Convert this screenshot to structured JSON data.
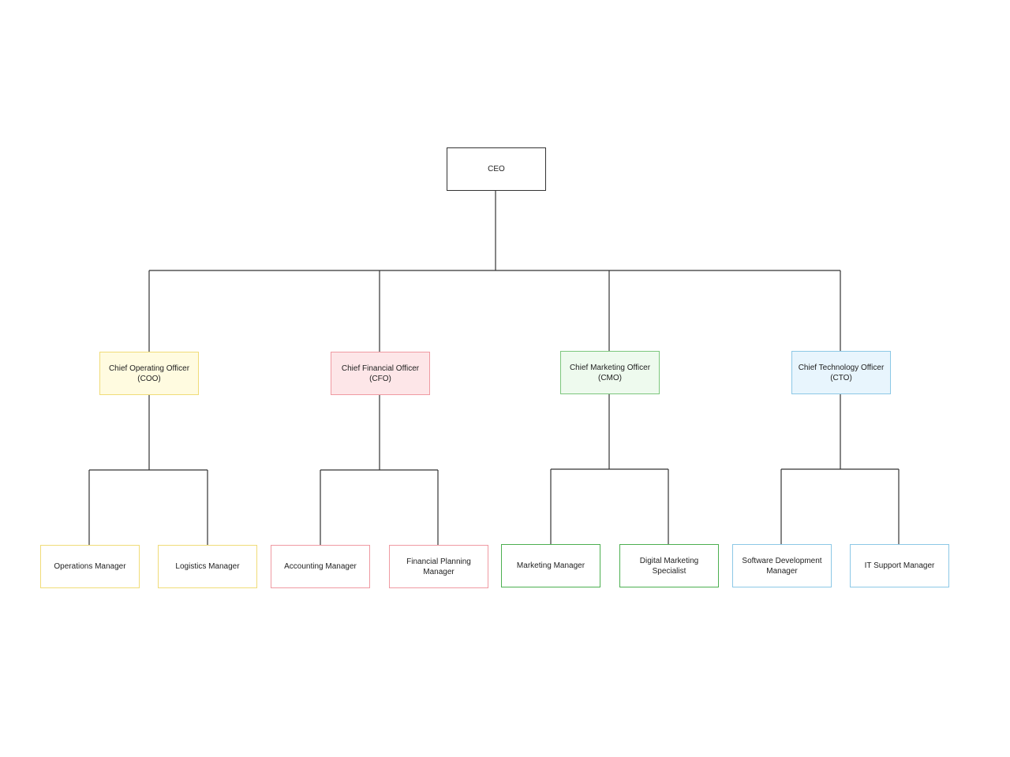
{
  "org_chart": {
    "ceo": {
      "label": "CEO"
    },
    "executives": [
      {
        "label": "Chief Operating Officer\n(COO)",
        "color": "#f0dc78"
      },
      {
        "label": "Chief Financial Officer\n(CFO)",
        "color": "#ef9aa2"
      },
      {
        "label": "Chief Marketing Officer\n(CMO)",
        "color": "#7cc67d"
      },
      {
        "label": "Chief Technology Officer\n(CTO)",
        "color": "#8cc8e6"
      }
    ],
    "managers": [
      {
        "label": "Operations Manager",
        "reports_to": "Chief Operating Officer (COO)"
      },
      {
        "label": "Logistics Manager",
        "reports_to": "Chief Operating Officer (COO)"
      },
      {
        "label": "Accounting Manager",
        "reports_to": "Chief Financial Officer (CFO)"
      },
      {
        "label": "Financial Planning Manager",
        "reports_to": "Chief Financial Officer (CFO)"
      },
      {
        "label": "Marketing Manager",
        "reports_to": "Chief Marketing Officer (CMO)"
      },
      {
        "label": "Digital Marketing Specialist",
        "reports_to": "Chief Marketing Officer (CMO)"
      },
      {
        "label": "Software Development\nManager",
        "reports_to": "Chief Technology Officer (CTO)"
      },
      {
        "label": "IT Support Manager",
        "reports_to": "Chief Technology Officer (CTO)"
      }
    ]
  }
}
